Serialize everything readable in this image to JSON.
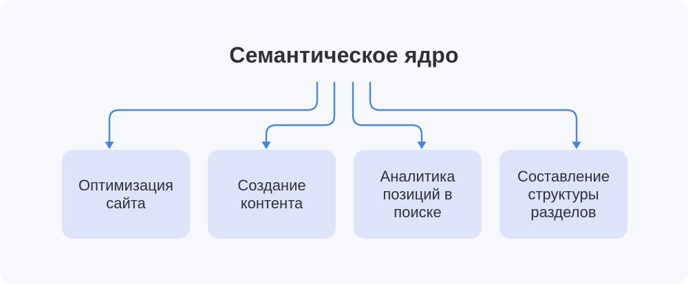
{
  "diagram": {
    "title": "Семантическое ядро",
    "nodes": [
      {
        "label": "Оптимизация\nсайта"
      },
      {
        "label": "Создание\nконтента"
      },
      {
        "label": "Аналитика\nпозиций в\nпоиске"
      },
      {
        "label": "Составление\nструктуры\nразделов"
      }
    ],
    "colors": {
      "outer_bg": "#ffffff",
      "canvas_bg": "#f6f8fb",
      "node_bg": "#dde3f9",
      "node_text": "#2e3137",
      "title_text": "#2e3137",
      "connector": "#4c86d8"
    }
  }
}
